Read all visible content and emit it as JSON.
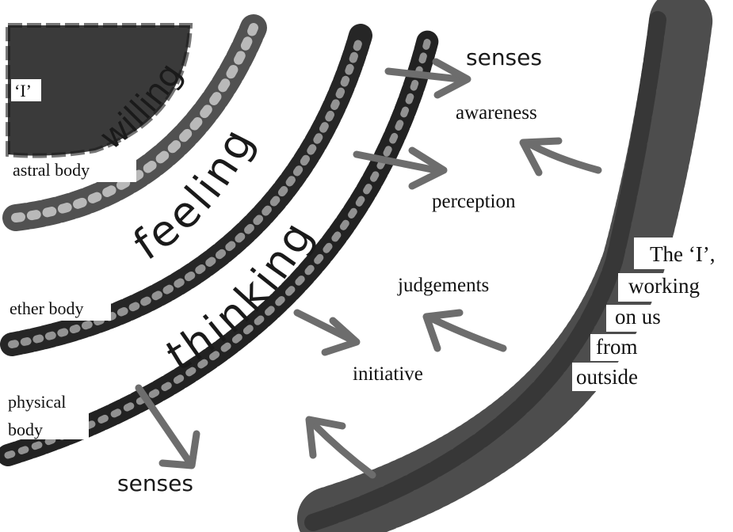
{
  "colors": {
    "ink": "#1a1a1a",
    "arrow": "#6d6d6d",
    "hatch": "#2a2a2a"
  },
  "labels": {
    "i_quote": "‘I’",
    "willing": "willing",
    "astral_body": "astral body",
    "feeling": "feeling",
    "ether_body": "ether body",
    "thinking": "thinking",
    "physical_body_1": "physical",
    "physical_body_2": "body",
    "senses_top": "senses",
    "senses_bottom": "senses",
    "awareness": "awareness",
    "perception": "perception",
    "judgements": "judgements",
    "initiative": "initiative",
    "outside_1": "The ‘I’,",
    "outside_2": "working",
    "outside_3": "on us",
    "outside_4": "from",
    "outside_5": "outside"
  }
}
